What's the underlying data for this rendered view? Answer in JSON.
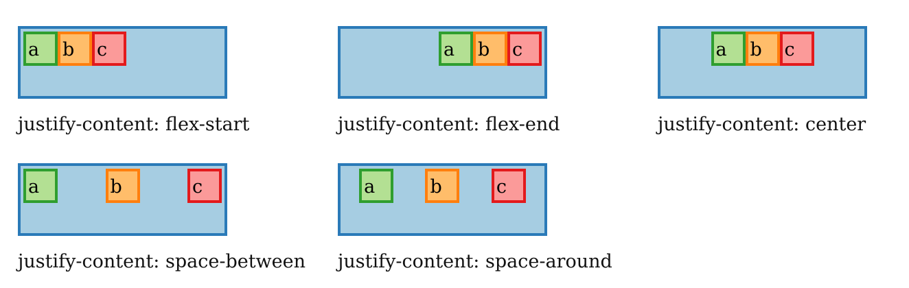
{
  "items": [
    "a",
    "b",
    "c"
  ],
  "demos": [
    {
      "label": "justify-content: flex-start"
    },
    {
      "label": "justify-content: flex-end"
    },
    {
      "label": "justify-content: center"
    },
    {
      "label": "justify-content: space-between"
    },
    {
      "label": "justify-content: space-around"
    }
  ],
  "colors": {
    "container_border": "#2a7ab8",
    "container_fill": "#a6cde2",
    "a_border": "#2f9e2f",
    "a_fill": "#b3e093",
    "b_border": "#ff7f0e",
    "b_fill": "#ffbd6a",
    "c_border": "#e31a1c",
    "c_fill": "#fb9a99"
  }
}
